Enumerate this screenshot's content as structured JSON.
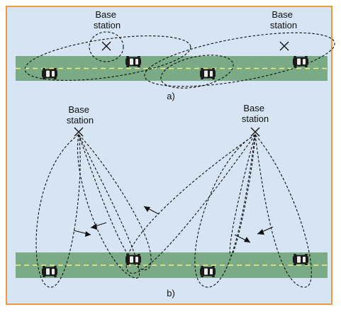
{
  "labels": {
    "base_station": [
      "Base",
      "station"
    ],
    "panel_a": "a)",
    "panel_b": "b)"
  },
  "colors": {
    "frame_border": "#ef9a3a",
    "background": "#d6e4f3",
    "road": "#7aaa86",
    "lane_marking": "#f4ee7a"
  },
  "icons": {
    "base_station": "x-mark",
    "vehicle": "car-top-view",
    "movement_arrow": "arrow"
  }
}
